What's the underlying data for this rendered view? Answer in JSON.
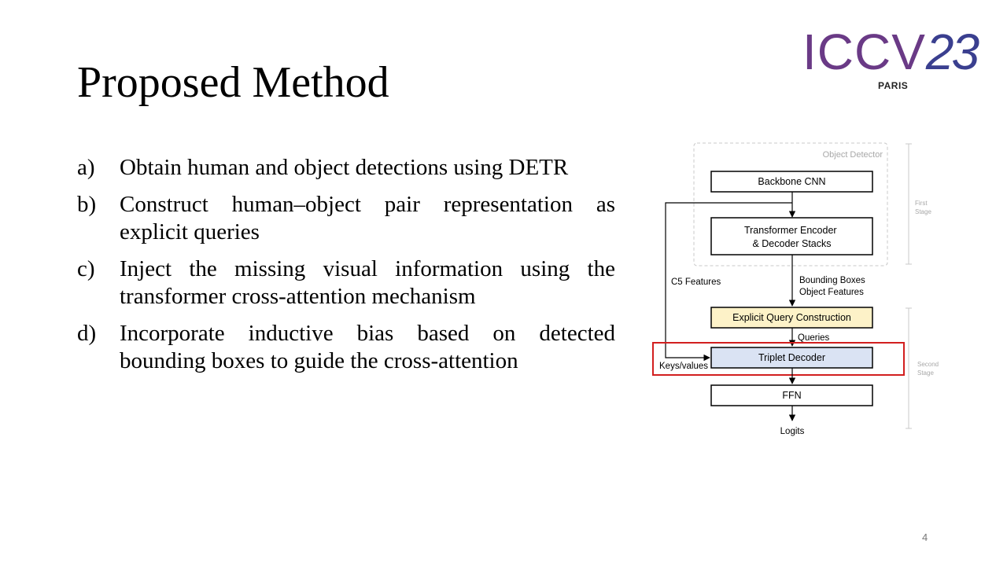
{
  "slide": {
    "title": "Proposed Method",
    "page_number": "4",
    "bullets": [
      {
        "marker": "a)",
        "text": "Obtain human and object detections using DETR"
      },
      {
        "marker": "b)",
        "text": "Construct human–object pair representation as explicit queries"
      },
      {
        "marker": "c)",
        "text": "Inject the missing visual information using the transformer cross-attention mechanism"
      },
      {
        "marker": "d)",
        "text": "Incorporate inductive bias based on detected bounding boxes to guide the cross-attention"
      }
    ]
  },
  "logo": {
    "text": "ICCV",
    "year": "23",
    "city": "PARIS"
  },
  "diagram": {
    "object_detector_label": "Object Detector",
    "first_stage_label": [
      "First",
      "Stage"
    ],
    "second_stage_label": [
      "Second",
      "Stage"
    ],
    "backbone": "Backbone CNN",
    "transformer": [
      "Transformer Encoder",
      "& Decoder Stacks"
    ],
    "c5_features": "C5 Features",
    "bbox_features": [
      "Bounding Boxes",
      "Object Features"
    ],
    "explicit_query": "Explicit Query Construction",
    "queries": "Queries",
    "triplet_decoder": "Triplet Decoder",
    "keys_values": "Keys/values",
    "ffn": "FFN",
    "logits": "Logits",
    "colors": {
      "explicit_query_fill": "#fdf2c8",
      "triplet_fill": "#dae3f3",
      "highlight": "#d21f1f",
      "dashed": "#c8c8c8"
    }
  }
}
